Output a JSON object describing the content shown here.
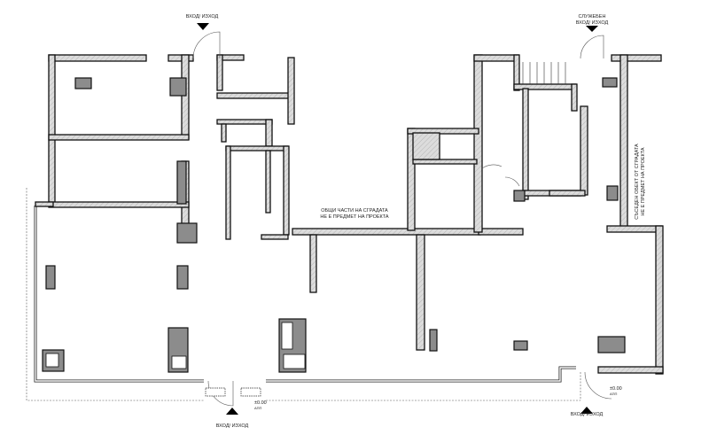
{
  "plan": {
    "entrances": {
      "top": "ВХОД/ ИЗХОД",
      "service_line1": "СЛУЖЕБЕН",
      "service_line2": "ВХОД/ ИЗХОД",
      "bottom_left": "ВХОД/ ИЗХОД",
      "bottom_right": "ВХОД/ ИЗХОД"
    },
    "common_parts_line1": "ОБЩИ ЧАСТИ НА СГРАДАТА",
    "common_parts_line2": "НЕ Е ПРЕДМЕТ НА ПРОЕКТА",
    "neighbor_line1": "СЪСЕДЕН ОБЕКТ ОТ СГРАДАТА",
    "neighbor_line2": "НЕ Е ПРЕДМЕТ НА ПРОЕКТА",
    "level_marks": [
      {
        "value": "±0.00",
        "sub": "АПП"
      },
      {
        "value": "±0.00",
        "sub": "АПП"
      }
    ],
    "colors": {
      "wall_fill": "#d9d9d9",
      "wall_stroke": "#111111",
      "pillar_fill": "#8c8c8c"
    }
  }
}
